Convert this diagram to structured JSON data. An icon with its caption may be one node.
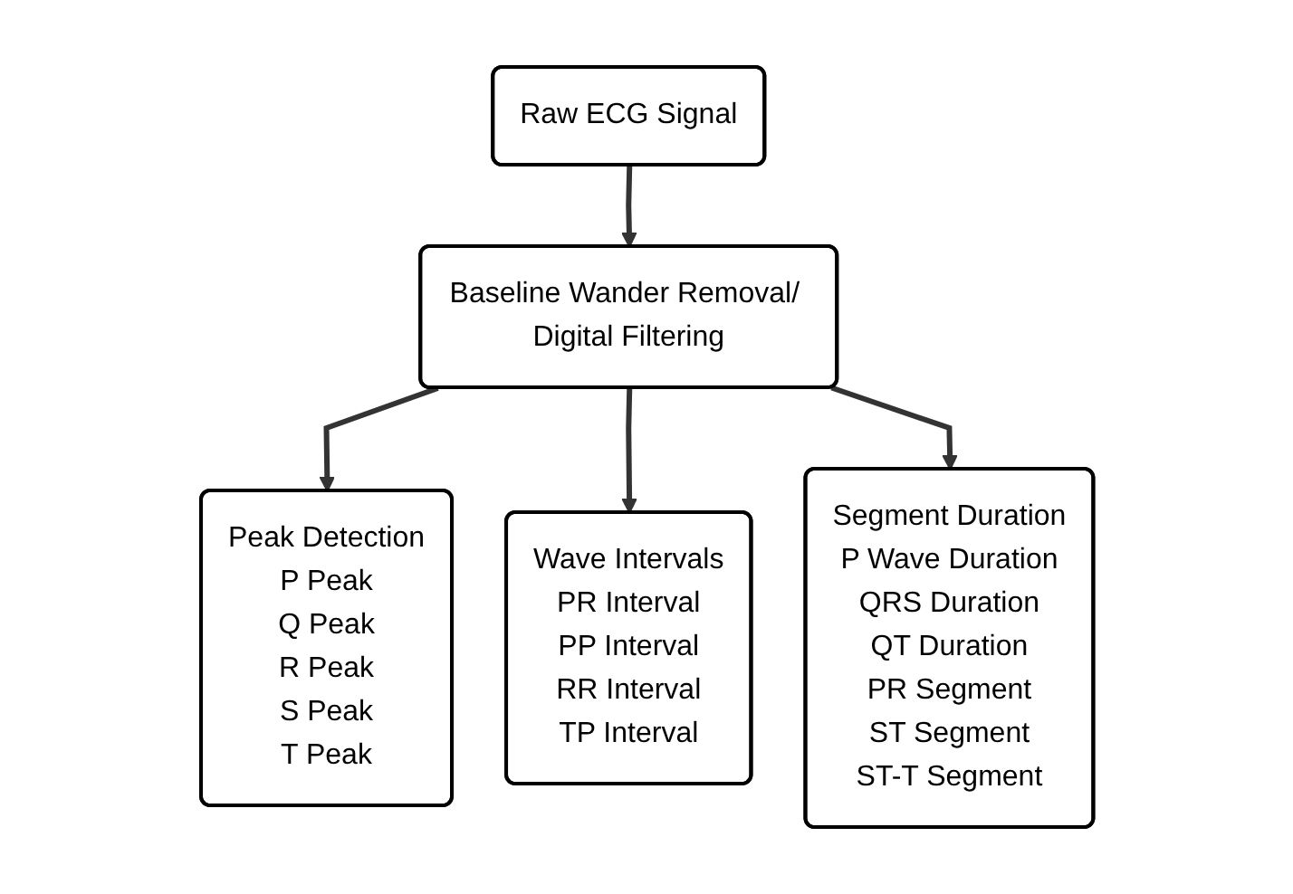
{
  "diagram": {
    "nodes": [
      {
        "text": [
          "Raw ECG Signal"
        ]
      },
      {
        "text": [
          "Baseline Wander Removal/ Digital Filtering"
        ]
      },
      {
        "text": [
          "Peak Detection",
          "P Peak",
          "Q Peak",
          "R Peak",
          "S Peak",
          "T Peak"
        ]
      },
      {
        "text": [
          "Wave Intervals",
          "PR Interval",
          "PP Interval",
          "RR Interval",
          "TP Interval"
        ]
      },
      {
        "text": [
          "Segment Duration",
          "P Wave Duration",
          "QRS Duration",
          "QT Duration",
          "PR Segment",
          "ST Segment",
          "ST-T Segment"
        ]
      }
    ],
    "edges": [
      {
        "from": 0,
        "to": 1,
        "arrow": "to"
      },
      {
        "from": 1,
        "to": 2,
        "arrow": "to"
      },
      {
        "from": 1,
        "to": 3,
        "arrow": "to"
      },
      {
        "from": 1,
        "to": 4,
        "arrow": "to"
      }
    ]
  }
}
